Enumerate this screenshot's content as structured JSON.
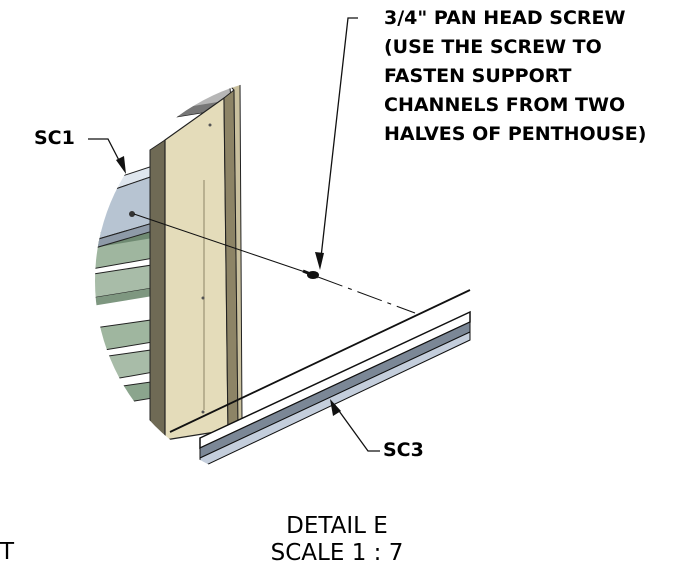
{
  "callouts": {
    "screw_note": [
      "3/4\" PAN HEAD SCREW",
      "(USE THE SCREW TO",
      "FASTEN SUPPORT",
      "CHANNELS FROM TWO",
      "HALVES OF PENTHOUSE)"
    ],
    "sc1": "SC1",
    "sc3": "SC3"
  },
  "caption": {
    "detail": "DETAIL E",
    "scale": "SCALE 1 : 7"
  },
  "edge_fragment": "T",
  "colors": {
    "channel_tan": "#e4dcba",
    "channel_shadow": "#8d8466",
    "sc1_blue": "#b7c4d2",
    "sc3_blue": "#c4cedc",
    "rail_green": "#9fb69f"
  }
}
